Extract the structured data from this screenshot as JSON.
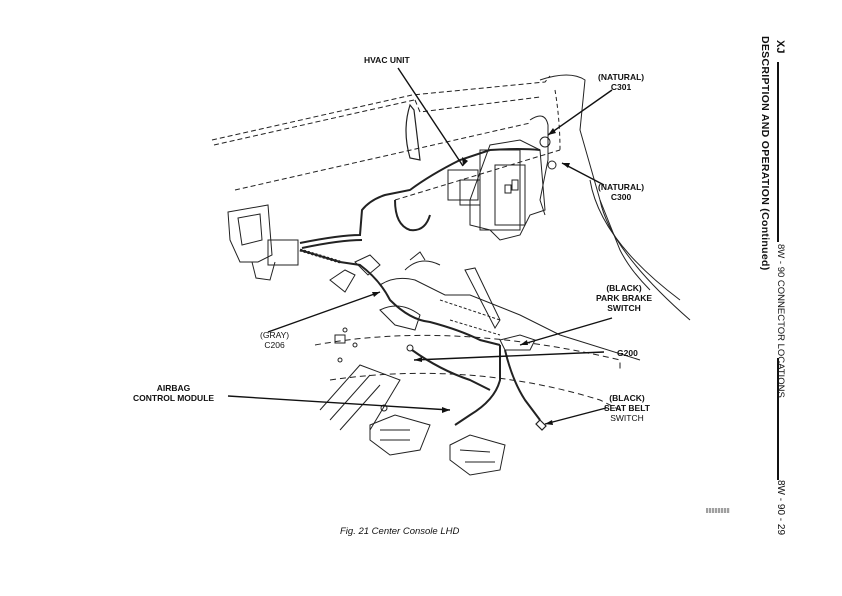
{
  "header": {
    "section_code": "XJ",
    "running_title": "8W - 90 CONNECTOR LOCATIONS",
    "subtitle": "DESCRIPTION AND OPERATION (Continued)",
    "page_number": "8W - 90 - 29"
  },
  "figure": {
    "caption": "Fig. 21 Center Console LHD",
    "labels": {
      "hvac_unit": "HVAC UNIT",
      "c301_color": "(NATURAL)",
      "c301_id": "C301",
      "c300_color": "(NATURAL)",
      "c300_id": "C300",
      "park_brake_color": "(BLACK)",
      "park_brake_line1": "PARK BRAKE",
      "park_brake_line2": "SWITCH",
      "g200": "G200",
      "seat_belt_color": "(BLACK)",
      "seat_belt_line1": "SEAT BELT",
      "seat_belt_line2": "SWITCH",
      "c206_color": "(GRAY)",
      "c206_id": "C206",
      "airbag_line1": "AIRBAG",
      "airbag_line2": "CONTROL MODULE"
    }
  }
}
